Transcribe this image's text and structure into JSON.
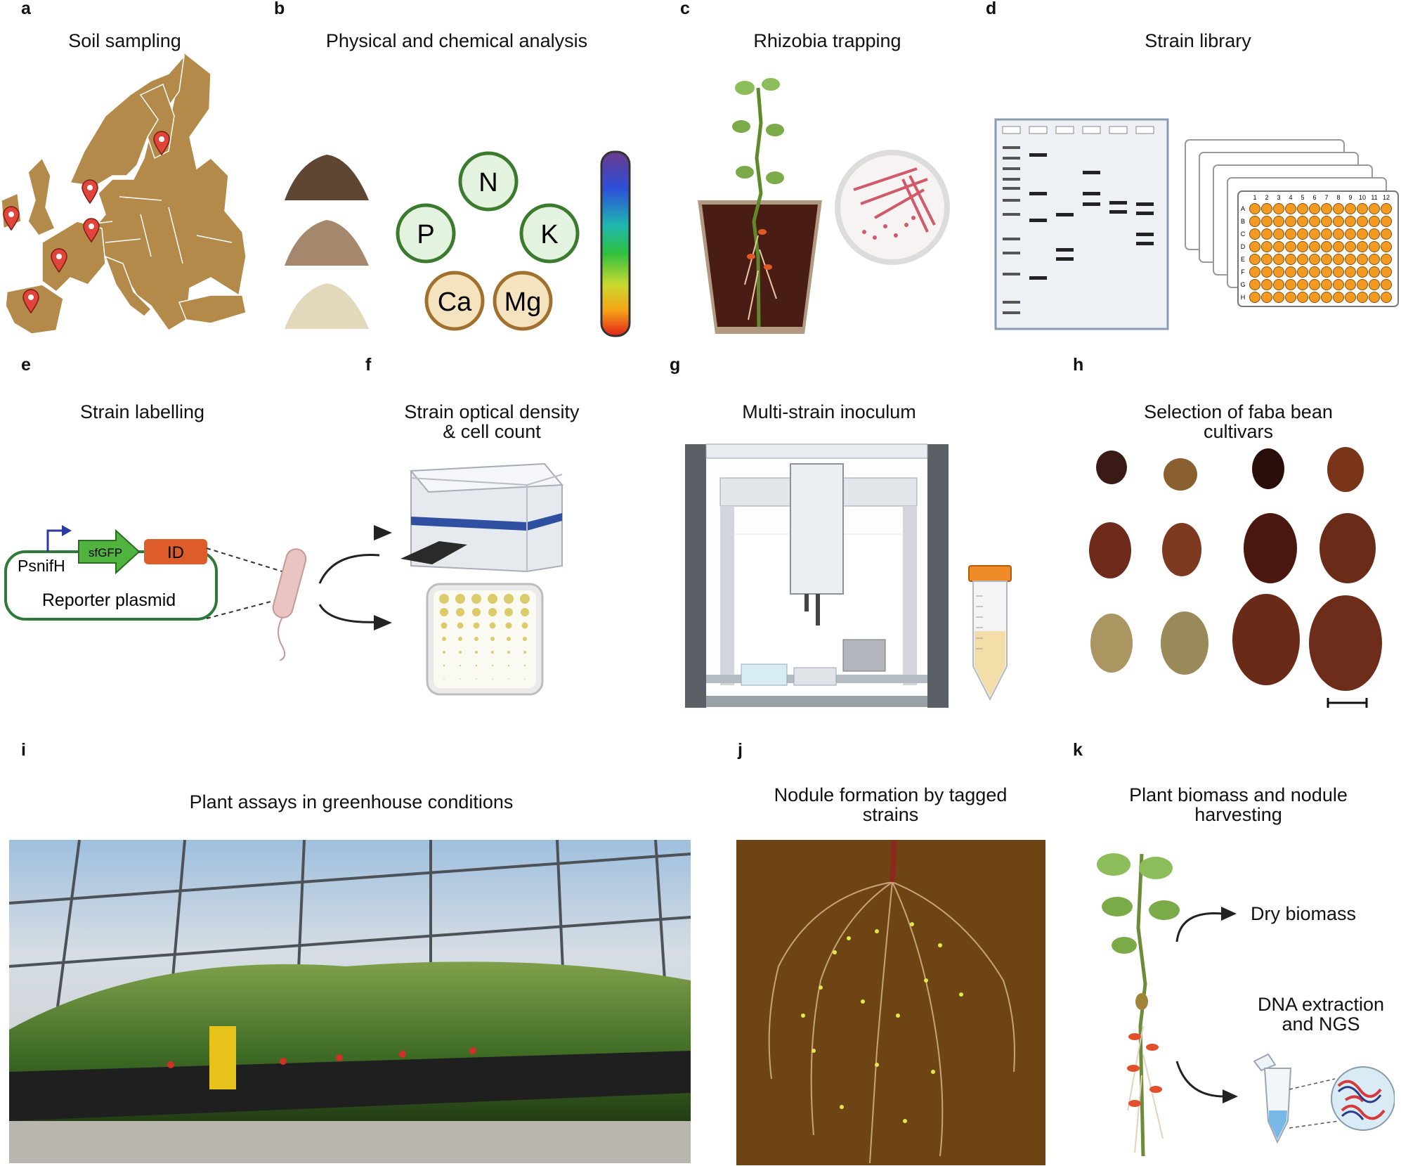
{
  "panels": {
    "a": {
      "label": "a",
      "title": "Soil sampling"
    },
    "b": {
      "label": "b",
      "title": "Physical and chemical analysis",
      "nutrients": [
        "N",
        "P",
        "K",
        "Ca",
        "Mg"
      ]
    },
    "c": {
      "label": "c",
      "title": "Rhizobia trapping"
    },
    "d": {
      "label": "d",
      "title": "Strain library",
      "plate_columns": [
        "1",
        "2",
        "3",
        "4",
        "5",
        "6",
        "7",
        "8",
        "9",
        "10",
        "11",
        "12"
      ],
      "plate_rows": [
        "A",
        "B",
        "C",
        "D",
        "E",
        "F",
        "G",
        "H"
      ]
    },
    "e": {
      "label": "e",
      "title": "Strain labelling",
      "promoter": "PsnifH",
      "gene": "sfGFP",
      "id_tag": "ID",
      "plasmid": "Reporter plasmid"
    },
    "f": {
      "label": "f",
      "title_line1": "Strain optical density",
      "title_line2": "& cell count"
    },
    "g": {
      "label": "g",
      "title": "Multi-strain inoculum"
    },
    "h": {
      "label": "h",
      "title_line1": "Selection of faba bean",
      "title_line2": "cultivars"
    },
    "i": {
      "label": "i",
      "title": "Plant assays in greenhouse conditions"
    },
    "j": {
      "label": "j",
      "title_line1": "Nodule formation by tagged",
      "title_line2": "strains"
    },
    "k": {
      "label": "k",
      "title_line1": "Plant biomass and nodule",
      "title_line2": "harvesting",
      "output1": "Dry biomass",
      "output2_line1": "DNA extraction",
      "output2_line2": "and NGS"
    }
  },
  "colors": {
    "map": "#b38a4a",
    "pin": "#e0443a",
    "nutrient_green": "#e4f3df",
    "nutrient_green_border": "#3c7a2e",
    "nutrient_tan": "#f5e2bf",
    "nutrient_tan_border": "#a2702e",
    "well": "#f39a22",
    "soil_dark": "#4a1d14"
  }
}
